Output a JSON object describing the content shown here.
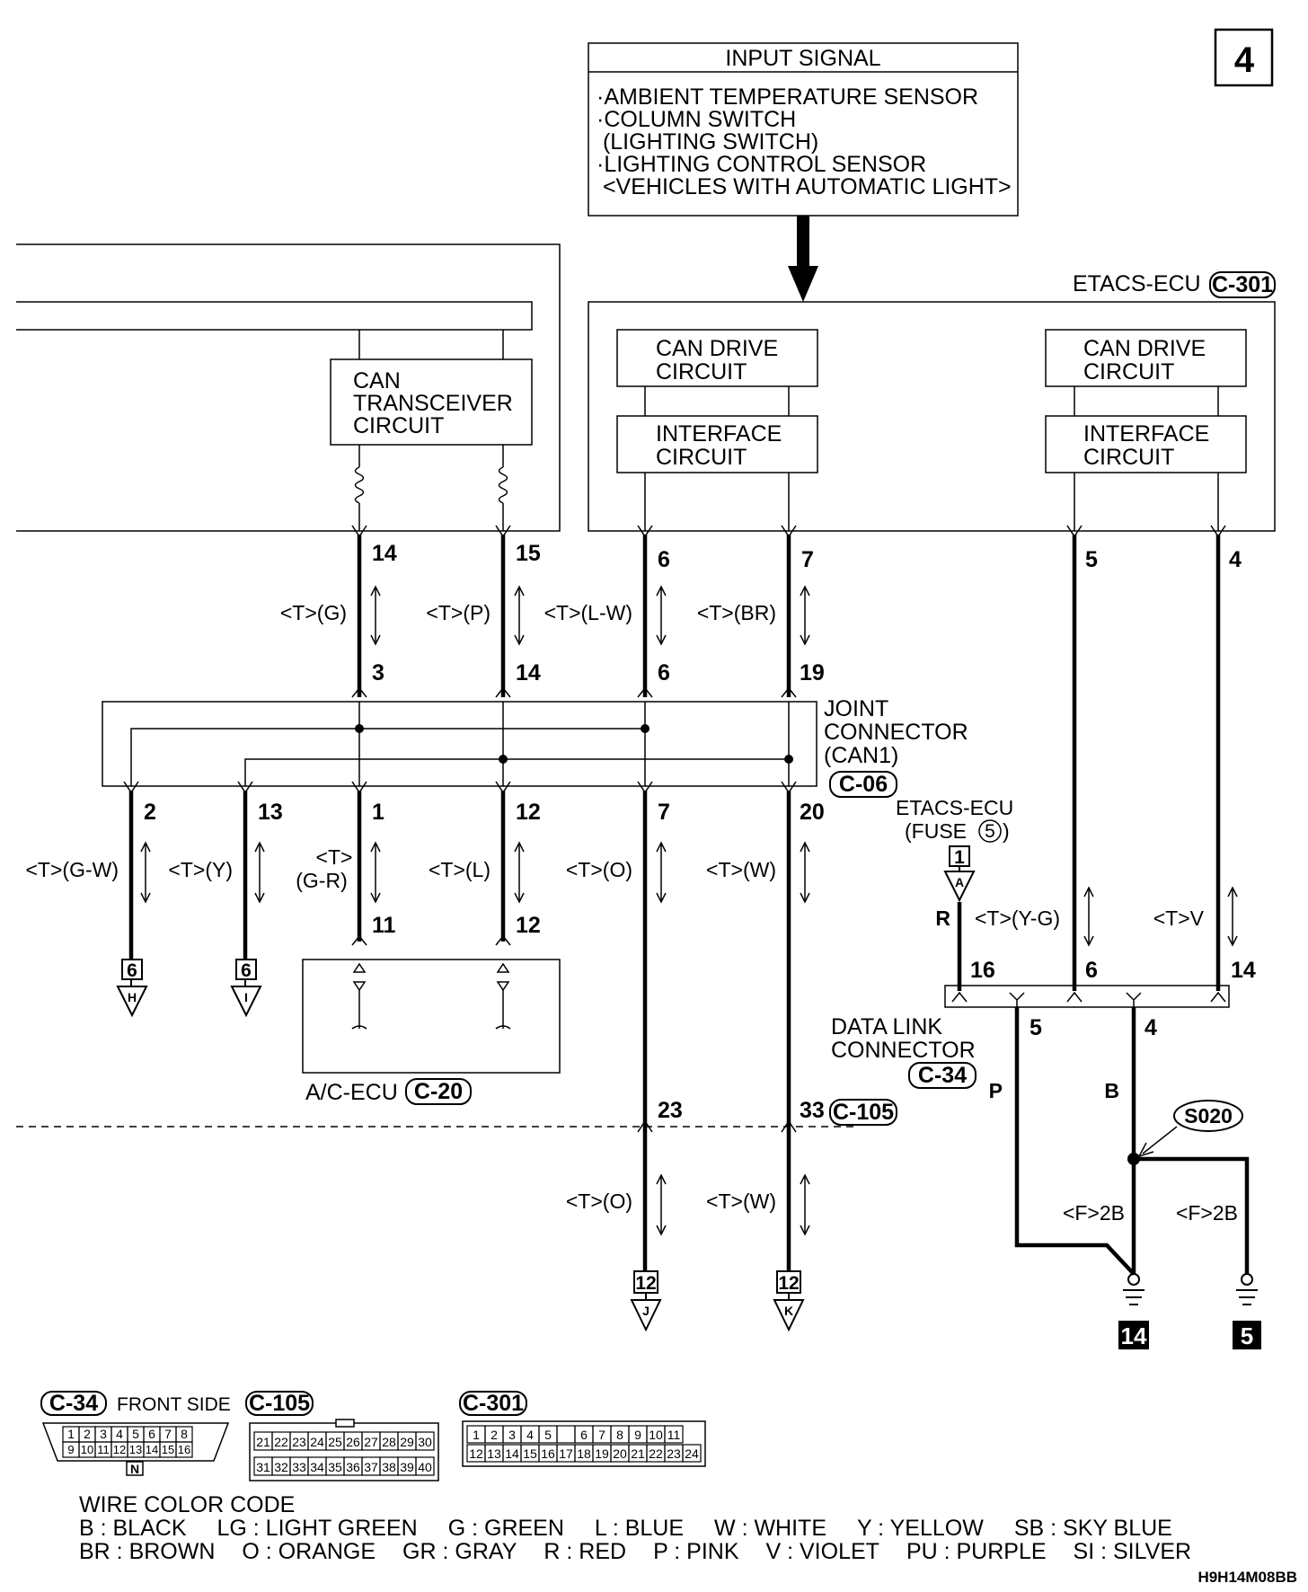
{
  "page_number": "4",
  "input_signal": {
    "title": "INPUT SIGNAL",
    "lines": [
      "·AMBIENT TEMPERATURE SENSOR",
      "·COLUMN SWITCH",
      " (LIGHTING SWITCH)",
      "·LIGHTING CONTROL SENSOR",
      " <VEHICLES WITH AUTOMATIC LIGHT>"
    ]
  },
  "etacs_ecu": {
    "label": "ETACS-ECU",
    "connector": "C-301"
  },
  "can_drive_circuit": [
    "CAN DRIVE",
    "CIRCUIT"
  ],
  "interface_circuit": [
    "INTERFACE",
    "CIRCUIT"
  ],
  "can_transceiver": [
    "CAN",
    "TRANSCEIVER",
    "CIRCUIT"
  ],
  "upper_pins": {
    "transceiver": [
      "14",
      "15"
    ],
    "etacs_left": [
      "6",
      "7"
    ],
    "etacs_right": [
      "5",
      "4"
    ]
  },
  "upper_wires": [
    "<T>(G)",
    "<T>(P)",
    "<T>(L-W)",
    "<T>(BR)"
  ],
  "joint_top_pins": [
    "3",
    "14",
    "6",
    "19"
  ],
  "joint_connector": {
    "lines": [
      "JOINT",
      "CONNECTOR",
      "(CAN1)"
    ],
    "connector": "C-06"
  },
  "joint_bottom_pins": [
    "2",
    "13",
    "1",
    "12",
    "7",
    "20"
  ],
  "lower_wires": [
    "<T>(G-W)",
    "<T>(Y)",
    "<T>",
    "(G-R)",
    "<T>(L)",
    "<T>(O)",
    "<T>(W)"
  ],
  "ac_ecu_pins": [
    "11",
    "12"
  ],
  "ac_ecu": {
    "label": "A/C-ECU",
    "connector": "C-20"
  },
  "offpage_left": [
    {
      "num": "6",
      "letter": "H"
    },
    {
      "num": "6",
      "letter": "I"
    }
  ],
  "fuse": {
    "lines": [
      "ETACS-ECU",
      "(FUSE"
    ],
    "fuse_no": "5",
    "close": ")",
    "box": "1",
    "letter": "A",
    "wire": "R"
  },
  "dlc_wires": [
    "<T>(Y-G)",
    "<T>V"
  ],
  "dlc_pins_top": [
    "16",
    "6",
    "14"
  ],
  "dlc_pins_bottom": [
    "5",
    "4"
  ],
  "data_link_connector": {
    "lines": [
      "DATA LINK",
      "CONNECTOR"
    ],
    "connector": "C-34"
  },
  "ground_wires": [
    "P",
    "B"
  ],
  "splice": "S020",
  "ground_labels": [
    "<F>2B",
    "<F>2B"
  ],
  "ground_numbers": [
    "14",
    "5"
  ],
  "c105_pins": [
    "23",
    "33"
  ],
  "c105_connector": "C-105",
  "bottom_wires": [
    "<T>(O)",
    "<T>(W)"
  ],
  "offpage_bottom": [
    {
      "num": "12",
      "letter": "J"
    },
    {
      "num": "12",
      "letter": "K"
    }
  ],
  "connector_views": {
    "c34": {
      "name": "C-34",
      "note": "FRONT SIDE",
      "row1": [
        "1",
        "2",
        "3",
        "4",
        "5",
        "6",
        "7",
        "8"
      ],
      "row2": [
        "9",
        "10",
        "11",
        "12",
        "13",
        "14",
        "15",
        "16"
      ],
      "key": "N"
    },
    "c105": {
      "name": "C-105",
      "row1": [
        "21",
        "22",
        "23",
        "24",
        "25",
        "26",
        "27",
        "28",
        "29",
        "30"
      ],
      "row2": [
        "31",
        "32",
        "33",
        "34",
        "35",
        "36",
        "37",
        "38",
        "39",
        "40"
      ]
    },
    "c301": {
      "name": "C-301",
      "row1": [
        "1",
        "2",
        "3",
        "4",
        "5",
        "",
        "6",
        "7",
        "8",
        "9",
        "10",
        "11"
      ],
      "row2": [
        "12",
        "13",
        "14",
        "15",
        "16",
        "17",
        "18",
        "19",
        "20",
        "21",
        "22",
        "23",
        "24"
      ]
    }
  },
  "wire_color_code": {
    "title": "WIRE COLOR CODE",
    "row1": [
      "B : BLACK",
      "LG : LIGHT GREEN",
      "G : GREEN",
      "L : BLUE",
      "W : WHITE",
      "Y : YELLOW",
      "SB : SKY BLUE"
    ],
    "row2": [
      "BR : BROWN",
      "O : ORANGE",
      "GR : GRAY",
      "R : RED",
      "P : PINK",
      "V : VIOLET",
      "PU : PURPLE",
      "SI : SILVER"
    ]
  },
  "diagram_code": "H9H14M08BB"
}
